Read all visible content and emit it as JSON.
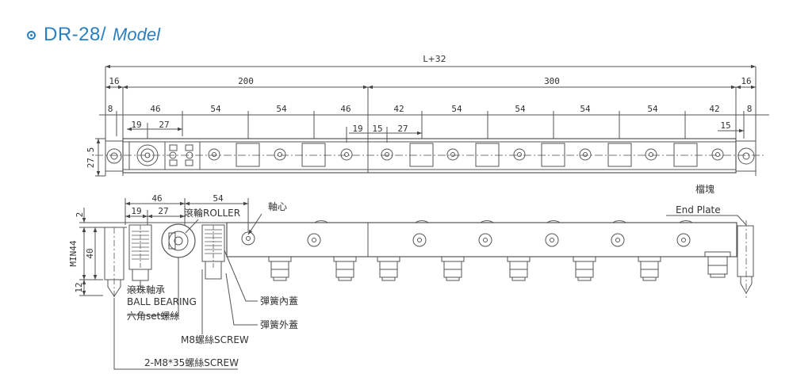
{
  "title": {
    "code": "DR-28/",
    "model": "Model"
  },
  "colors": {
    "title": "#2a7fc1",
    "line": "#555555",
    "dim": "#444444",
    "text": "#333333",
    "center": "#777777"
  },
  "icons": {
    "title_marker": "double-circle-icon"
  },
  "top_view": {
    "overall": "L+32",
    "row2": [
      "16",
      "200",
      "300",
      "16"
    ],
    "row3": [
      "8",
      "46",
      "54",
      "54",
      "46",
      "42",
      "54",
      "54",
      "54",
      "54",
      "42",
      "8"
    ],
    "row4": [
      "19",
      "27",
      "19",
      "15",
      "27",
      "15"
    ],
    "height": "27.5"
  },
  "side_view": {
    "dims": {
      "w46": "46",
      "w27": "27",
      "w19": "19",
      "w54": "54",
      "h2": "2",
      "h40": "40",
      "hmin": "MIN44",
      "h12": "12"
    },
    "labels": {
      "roller": "滾輪ROLLER",
      "axis": "軸心",
      "end_block": "檔塊",
      "end_plate": "End Plate",
      "bearing_zh": "滾珠軸承",
      "bearing_en": "BALL BEARING",
      "hex_set": "六角set螺絲",
      "m8_screw": "M8螺絲SCREW",
      "m8_35_screw": "2-M8*35螺絲SCREW",
      "spring_inner": "彈簧內蓋",
      "spring_outer": "彈簧外蓋"
    }
  }
}
